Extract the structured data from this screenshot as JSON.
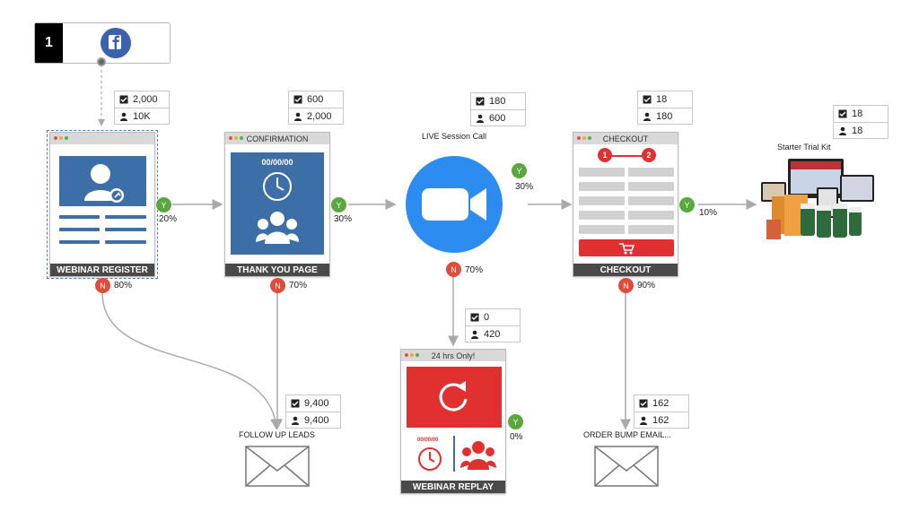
{
  "source": {
    "step_number": "1",
    "icon": "facebook-icon"
  },
  "colors": {
    "facebook": "#3a62ad",
    "blue": "#3c6ea8",
    "zoom": "#2d8cf0",
    "red": "#e03030",
    "yes": "#5aa63f",
    "no": "#e04b3a"
  },
  "nodes": {
    "webinar": {
      "title": "WEBINAR REGISTER",
      "clicks": "2,000",
      "people": "10K",
      "yes_pct": "20%",
      "no_pct": "80%"
    },
    "thankyou": {
      "bar": "CONFIRMATION",
      "date": "00/00/00",
      "title": "THANK YOU PAGE",
      "clicks": "600",
      "people": "2,000",
      "yes_pct": "30%",
      "no_pct": "70%"
    },
    "live": {
      "label": "LIVE Session Call",
      "clicks": "180",
      "people": "600",
      "yes_pct": "30%",
      "no_pct": "70%"
    },
    "checkout": {
      "bar": "CHECKOUT",
      "step1": "1",
      "step2": "2",
      "title": "CHECKOUT",
      "clicks": "18",
      "people": "180",
      "yes_pct": "10%",
      "no_pct": "90%"
    },
    "trial": {
      "label": "Starter Trial Kit",
      "clicks": "18",
      "people": "18"
    },
    "replay": {
      "bar": "24 hrs Only!",
      "date": "00/00/00",
      "title": "WEBINAR REPLAY",
      "clicks": "0",
      "people": "420",
      "yes_pct": "0%"
    },
    "followup": {
      "label": "FOLLOW UP LEADS",
      "clicks": "9,400",
      "people": "9,400"
    },
    "orderbump": {
      "label": "ORDER BUMP EMAIL...",
      "clicks": "162",
      "people": "162"
    }
  },
  "badges": {
    "yes": "Y",
    "no": "N"
  }
}
